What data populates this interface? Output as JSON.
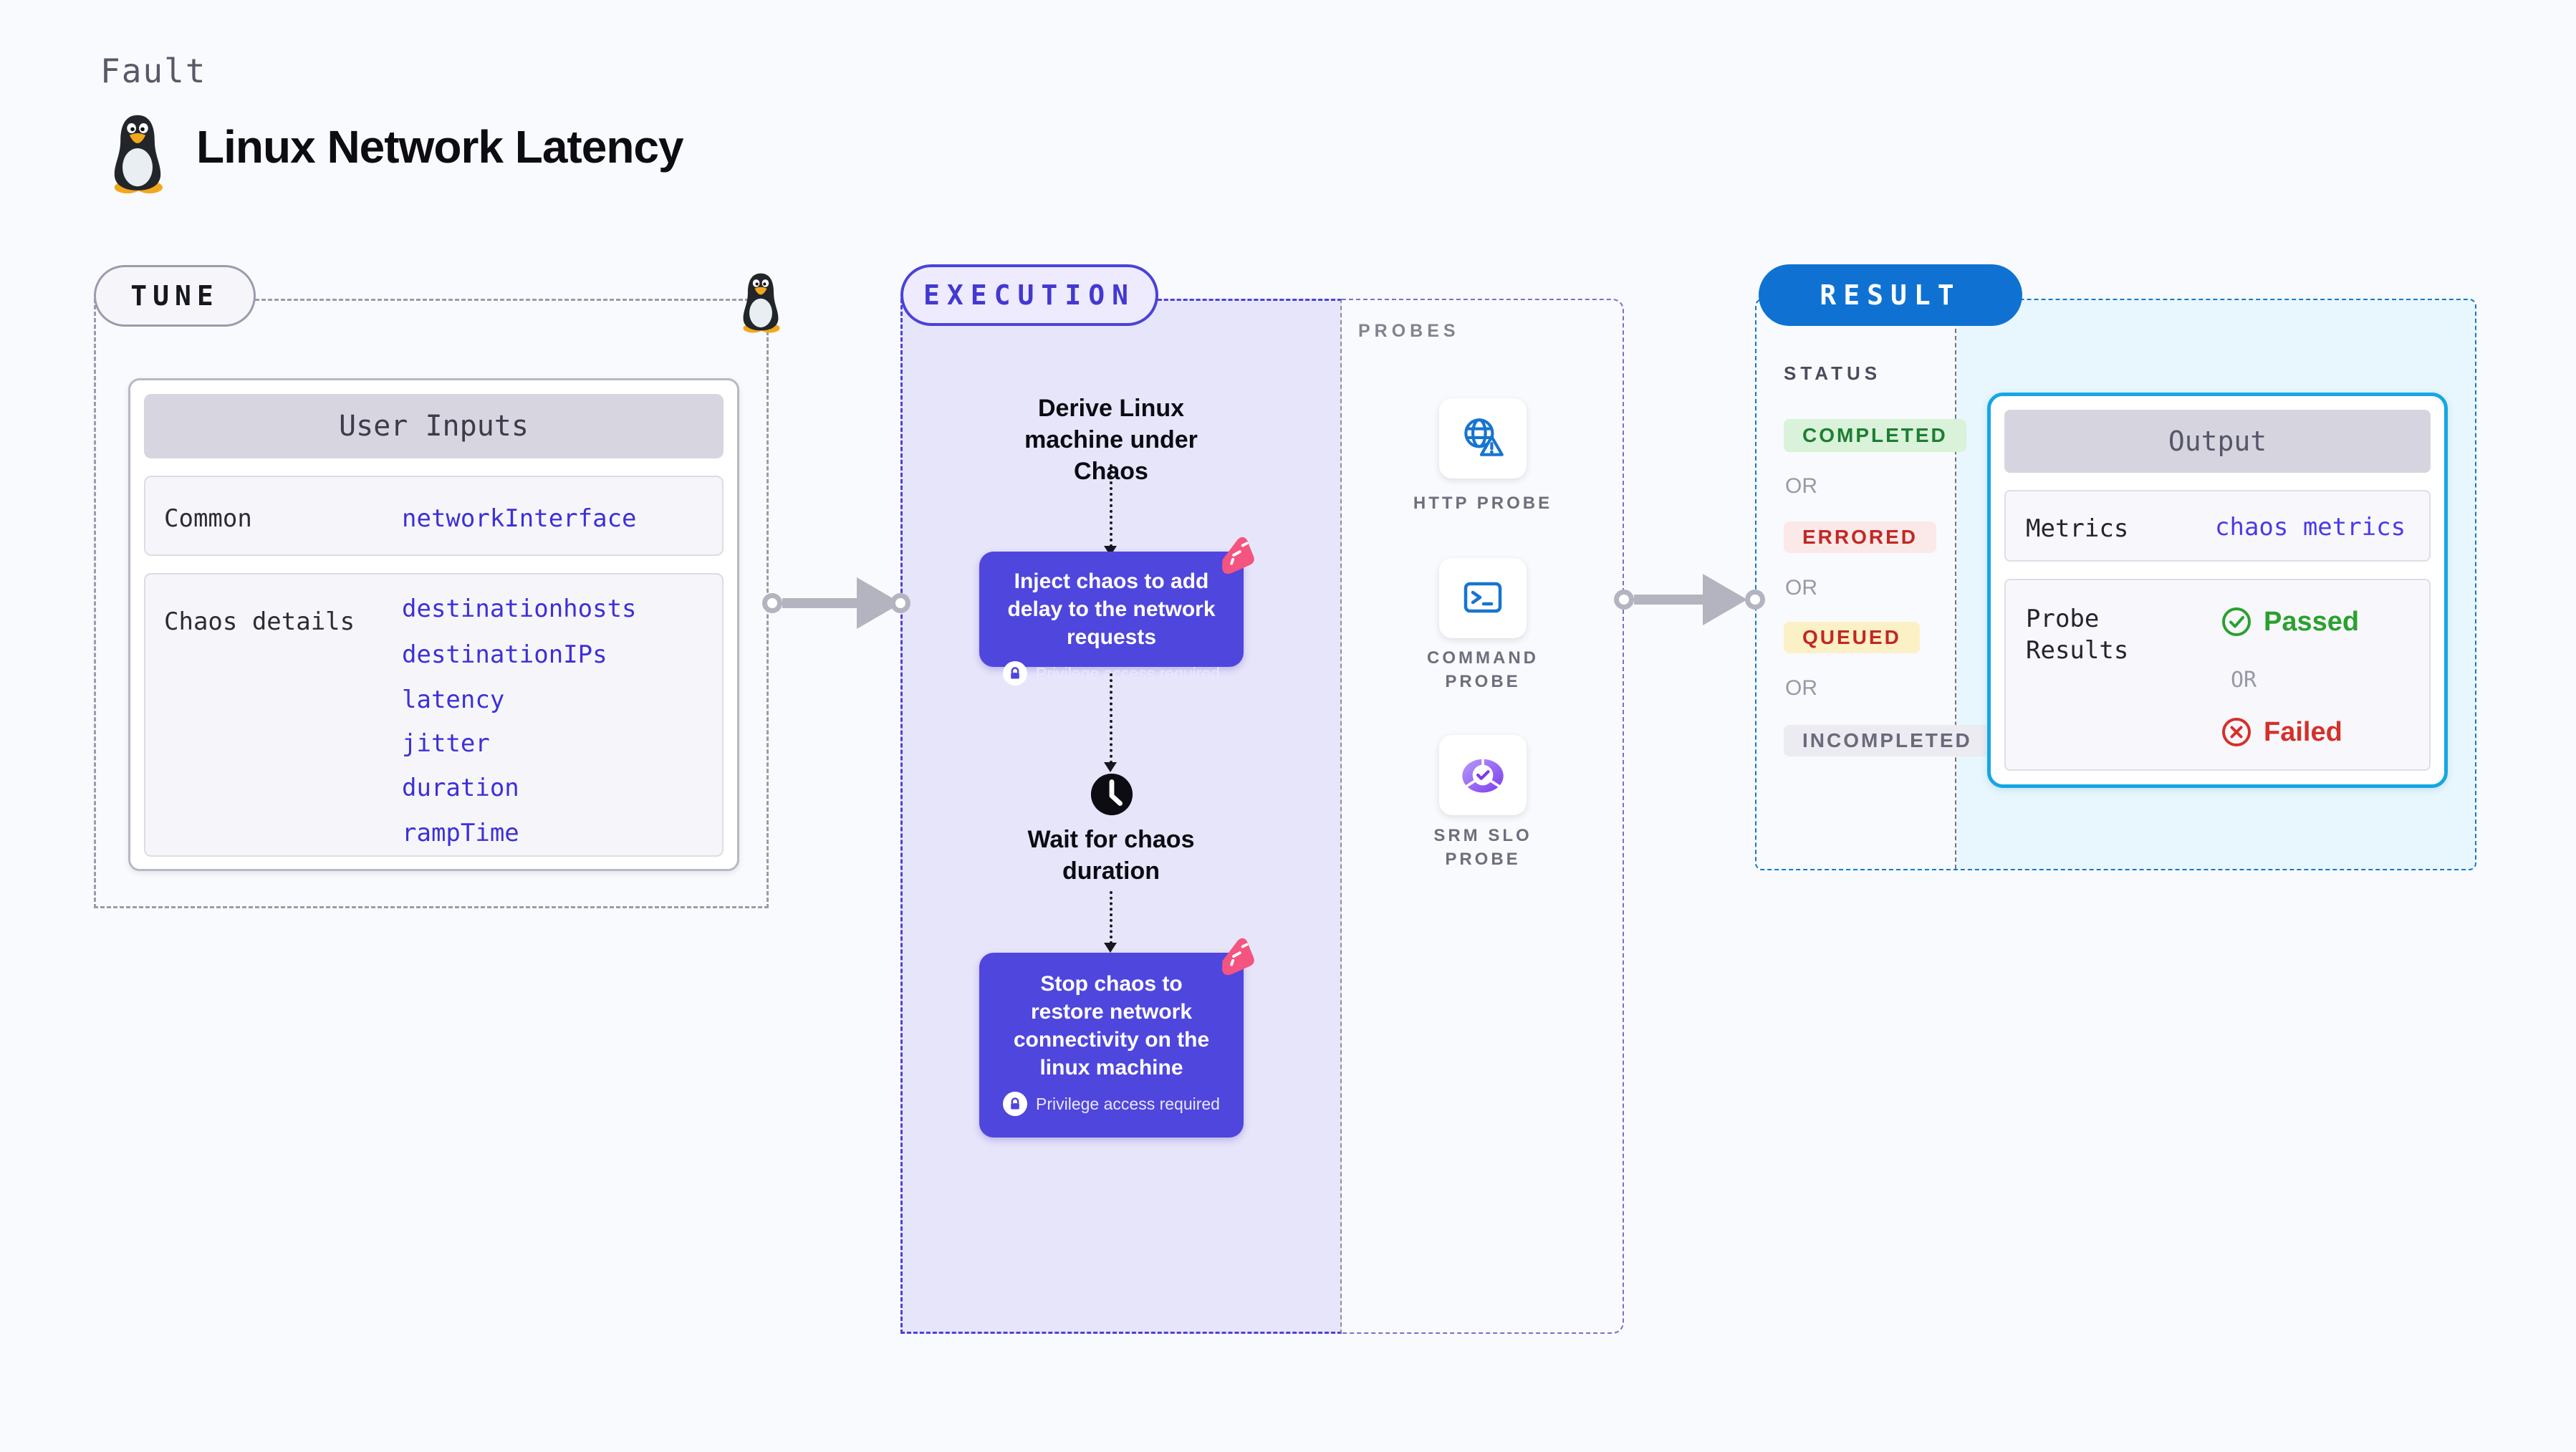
{
  "header": {
    "eyebrow": "Fault",
    "title": "Linux Network Latency"
  },
  "tune": {
    "badge": "TUNE",
    "card_header": "User Inputs",
    "rows": [
      {
        "label": "Common",
        "values": [
          "networkInterface"
        ]
      },
      {
        "label": "Chaos details",
        "values": [
          "destinationhosts",
          "destinationIPs",
          "latency",
          "jitter",
          "duration",
          "rampTime"
        ]
      }
    ]
  },
  "execution": {
    "badge": "EXECUTION",
    "step_derive": "Derive Linux machine under Chaos",
    "inject": {
      "text": "Inject chaos to add delay to the network requests",
      "note": "Privilege access required"
    },
    "wait": "Wait for chaos duration",
    "stop": {
      "text": "Stop chaos to restore network connectivity on the linux machine",
      "note": "Privilege access required"
    }
  },
  "probes": {
    "label": "PROBES",
    "items": [
      {
        "name": "HTTP PROBE"
      },
      {
        "name": "COMMAND PROBE"
      },
      {
        "name": "SRM SLO PROBE"
      }
    ]
  },
  "result": {
    "badge": "RESULT",
    "status_label": "STATUS",
    "or_label": "OR",
    "statuses": [
      {
        "label": "COMPLETED",
        "bg": "#d9f2d9",
        "fg": "#1d7e33"
      },
      {
        "label": "ERRORED",
        "bg": "#fbe9e9",
        "fg": "#c22823"
      },
      {
        "label": "QUEUED",
        "bg": "#fcf0c6",
        "fg": "#c22823"
      },
      {
        "label": "INCOMPLETED",
        "bg": "#ebebf1",
        "fg": "#6a6a7c"
      }
    ],
    "output": {
      "header": "Output",
      "metrics_label": "Metrics",
      "metrics_value": "chaos metrics",
      "probe_label": "Probe Results",
      "passed": "Passed",
      "or": "OR",
      "failed": "Failed"
    }
  },
  "colors": {
    "accent_indigo": "#4f46dd",
    "accent_blue": "#0f72d2",
    "accent_cyan": "#16a6e3",
    "lavender_bg": "#e7e5fa",
    "result_bg": "#e8f6fd",
    "arrow_gray": "#b4b4c0",
    "pink_logo": "#f45480"
  }
}
